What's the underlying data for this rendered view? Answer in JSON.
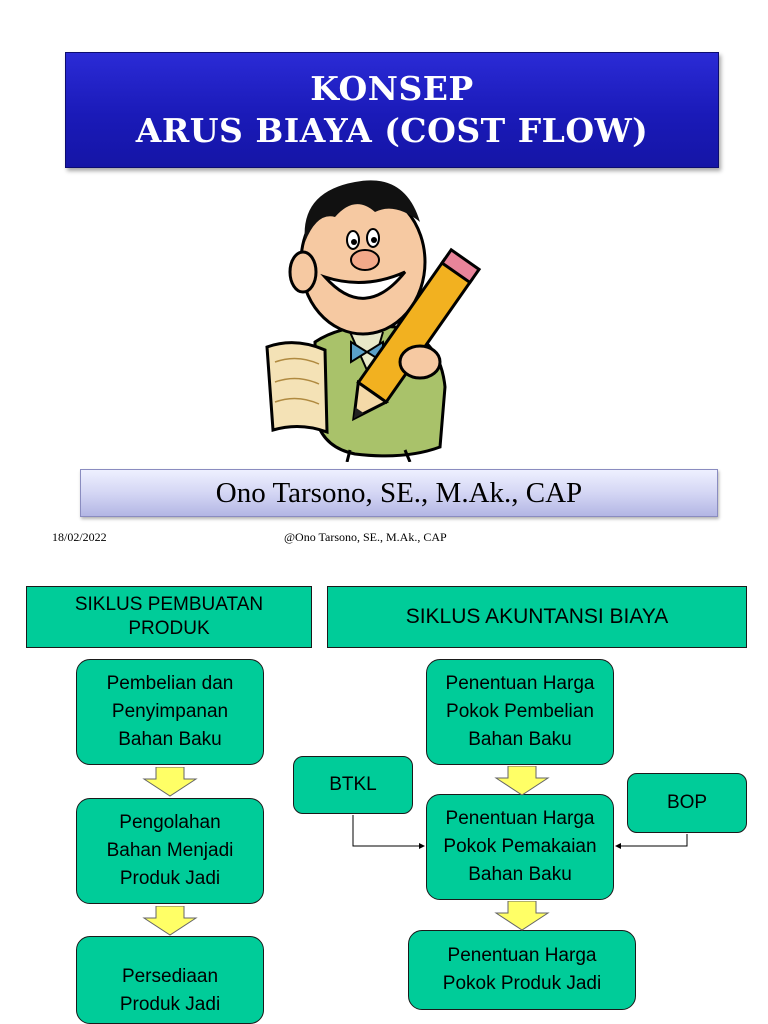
{
  "slide1": {
    "title_line1": "KONSEP",
    "title_line2": "ARUS BIAYA (COST FLOW)",
    "author": "Ono Tarsono, SE., M.Ak., CAP",
    "footer_date": "18/02/2022",
    "footer_credit": "@Ono Tarsono, SE., M.Ak., CAP",
    "colors": {
      "title_bg": "#1a1ab8",
      "author_bg": "#d4d6f4"
    }
  },
  "slide2": {
    "left_header": "SIKLUS PEMBUATAN\nPRODUK",
    "right_header": "SIKLUS AKUNTANSI BIAYA",
    "left_steps": [
      "Pembelian dan\nPenyimpanan\nBahan Baku",
      "Pengolahan\nBahan Menjadi\nProduk Jadi",
      "Persediaan\nProduk  Jadi"
    ],
    "right_steps": [
      "Penentuan Harga\nPokok Pembelian\nBahan Baku",
      "Penentuan Harga\nPokok Pemakaian\nBahan Baku",
      "Penentuan Harga\nPokok Produk Jadi"
    ],
    "btkl": "BTKL",
    "bop": "BOP",
    "colors": {
      "box": "#00cc99",
      "arrow": "#ffff66"
    }
  }
}
